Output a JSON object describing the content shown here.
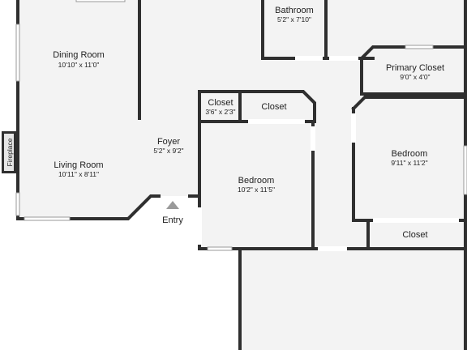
{
  "plan": {
    "rooms": {
      "dining": {
        "name": "Dining Room",
        "dims": "10'10\" x 11'0\""
      },
      "living": {
        "name": "Living Room",
        "dims": "10'11\" x 8'11\""
      },
      "foyer": {
        "name": "Foyer",
        "dims": "5'2\" x 9'2\""
      },
      "bathroom": {
        "name": "Bathroom",
        "dims": "5'2\" x 7'10\""
      },
      "primary_closet": {
        "name": "Primary Closet",
        "dims": "9'0\" x 4'0\""
      },
      "closet_small": {
        "name": "Closet",
        "dims": "3'6\" x 2'3\""
      },
      "closet_mid": {
        "name": "Closet",
        "dims": ""
      },
      "bedroom_center": {
        "name": "Bedroom",
        "dims": "10'2\" x 11'5\""
      },
      "bedroom_right": {
        "name": "Bedroom",
        "dims": "9'11\" x 11'2\""
      },
      "closet_right": {
        "name": "Closet",
        "dims": ""
      }
    },
    "fireplace_label": "Fireplace",
    "entry_label": "Entry",
    "colors": {
      "floor": "#f3f3f3",
      "wall": "#2f2f2f",
      "background": "#ffffff"
    }
  }
}
